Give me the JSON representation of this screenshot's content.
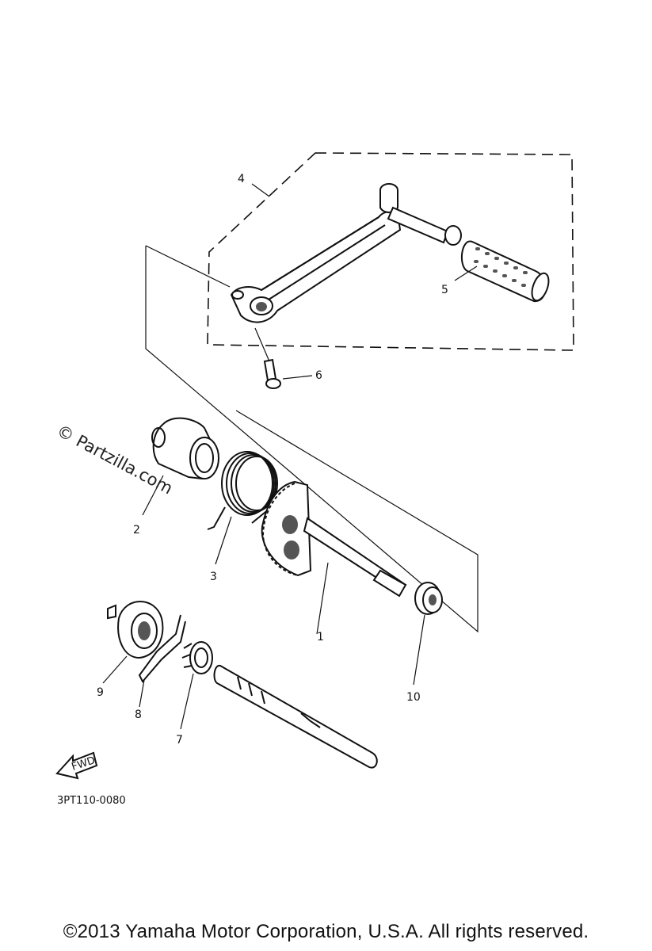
{
  "diagram": {
    "callouts": [
      "1",
      "2",
      "3",
      "4",
      "5",
      "6",
      "7",
      "8",
      "9",
      "10"
    ],
    "diagram_code": "3PT110-0080",
    "fwd_label": "FWD",
    "watermark": "© Partzilla.com"
  },
  "footer": {
    "copyright": "©2013 Yamaha Motor Corporation, U.S.A. All rights reserved."
  }
}
